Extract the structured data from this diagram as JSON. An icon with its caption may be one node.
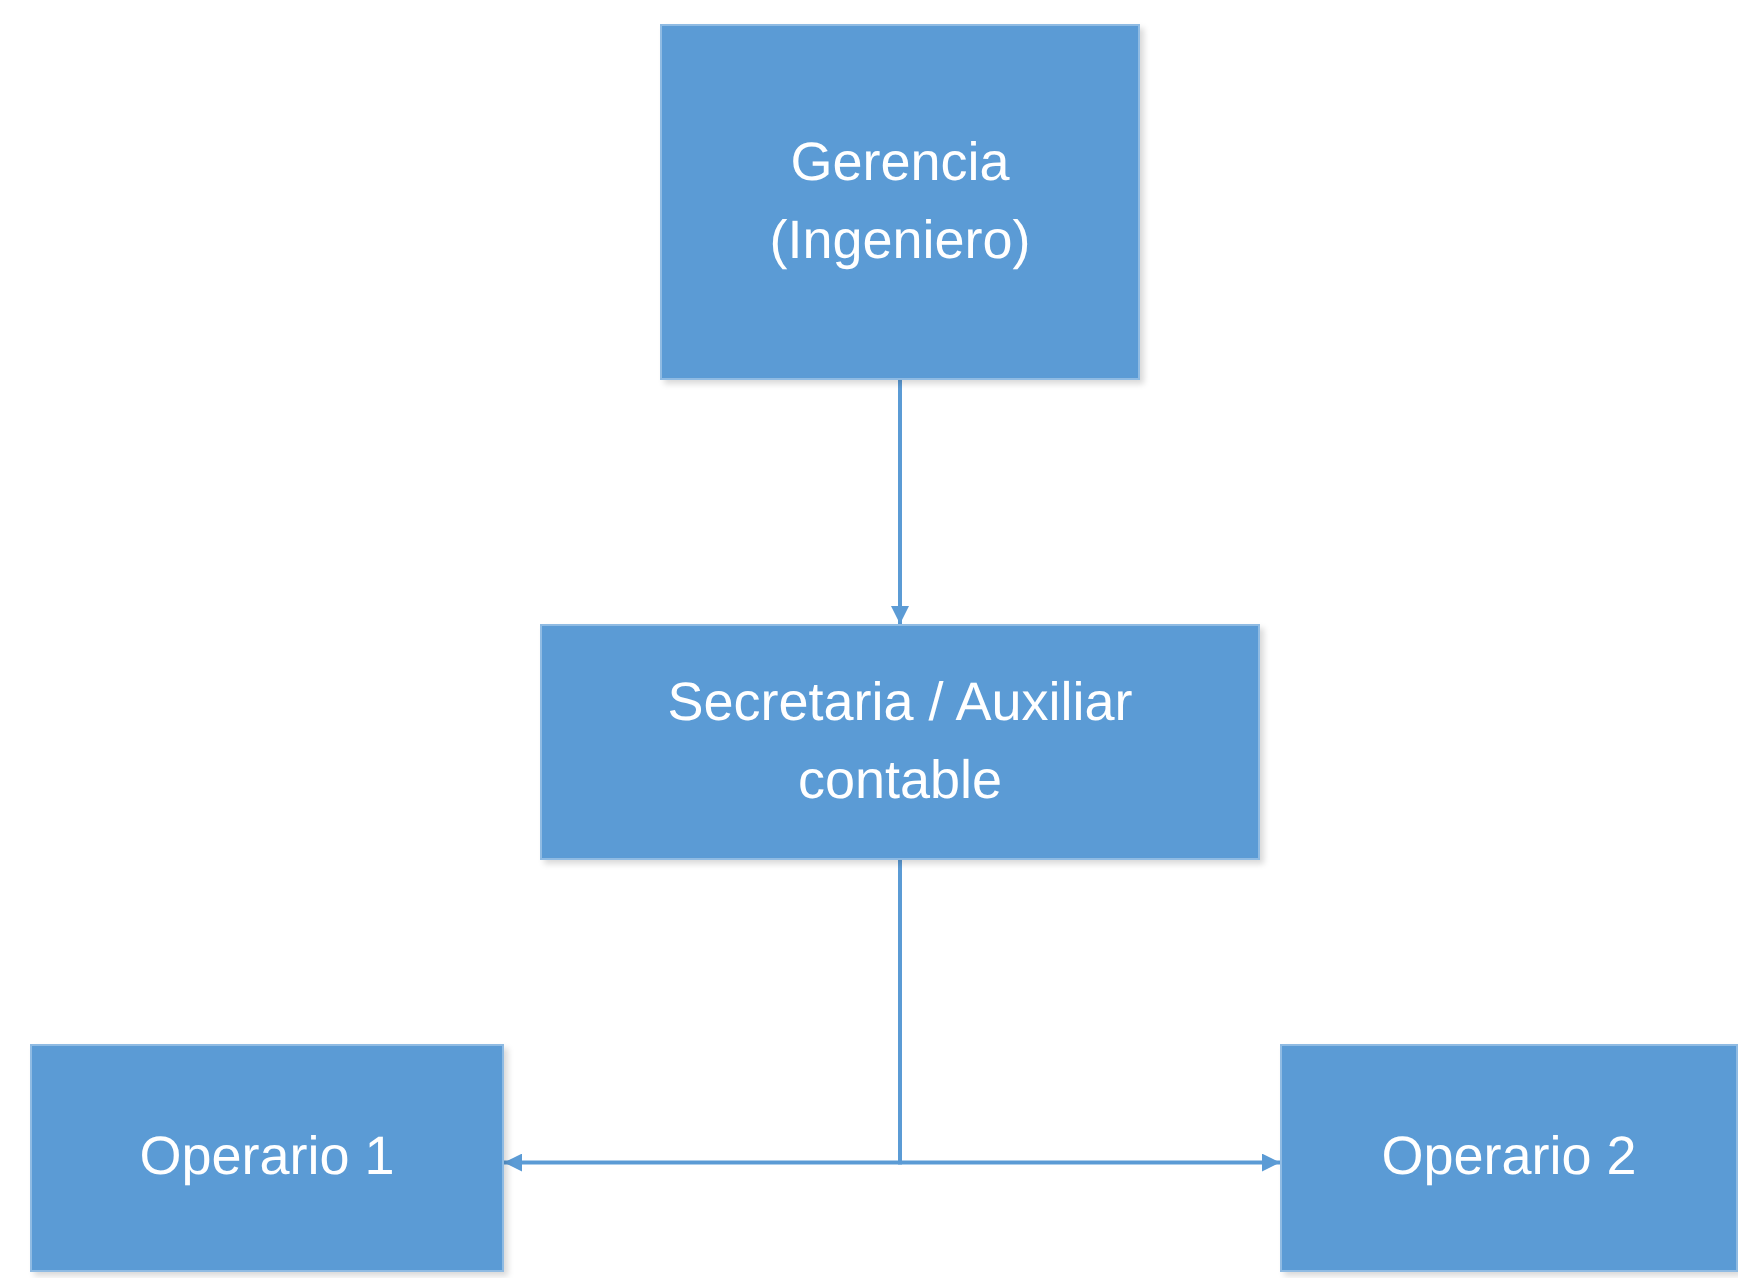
{
  "diagram": {
    "nodes": [
      {
        "text": [
          "Gerencia (Ingeniero)"
        ]
      },
      {
        "text": [
          "Secretaria / Auxiliar contable"
        ]
      },
      {
        "text": [
          "Operario 1"
        ]
      },
      {
        "text": [
          "Operario 2"
        ]
      }
    ],
    "edges": [
      {
        "from": 0,
        "to": 1,
        "arrow": "to"
      },
      {
        "from": 1,
        "to": 2,
        "arrow": "to"
      },
      {
        "from": 1,
        "to": 3,
        "arrow": "to"
      }
    ]
  }
}
